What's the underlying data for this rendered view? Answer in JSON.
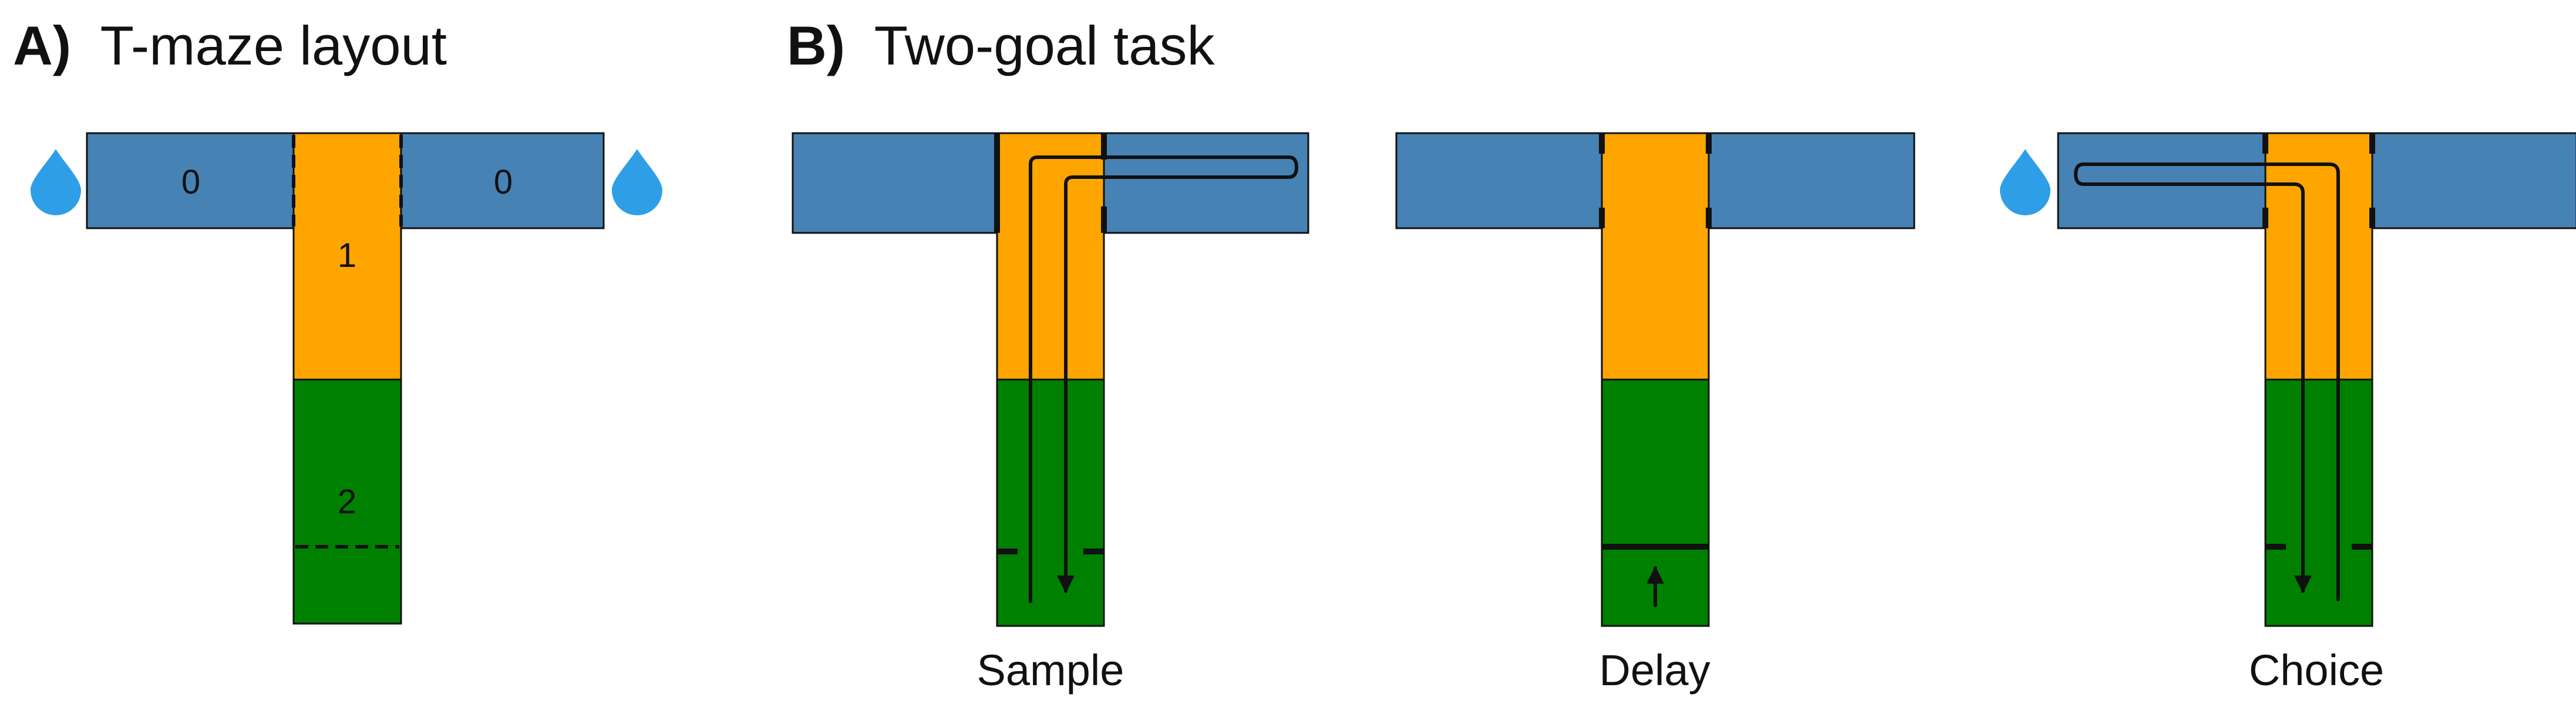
{
  "panel_a": {
    "label": "A)",
    "title": "T-maze layout",
    "zone_labels": {
      "left_arm": "0",
      "right_arm": "0",
      "stem_upper": "1",
      "stem_lower": "2"
    },
    "reward_icons": [
      "water-drop-icon",
      "water-drop-icon"
    ]
  },
  "panel_b": {
    "label": "B)",
    "title": "Two-goal task",
    "phases": [
      {
        "caption": "Sample",
        "reward_side": "none",
        "path": "up stem, right arm, back and down"
      },
      {
        "caption": "Delay",
        "reward_side": "none",
        "path": "held at stem base"
      },
      {
        "caption": "Choice",
        "reward_side": "left",
        "path": "up stem, left arm, back and down"
      }
    ]
  },
  "colors": {
    "arm": "#4682B4",
    "zone_1": "#FFA500",
    "zone_2": "#008000",
    "water": "#2E9FE6",
    "line": "#111111"
  }
}
